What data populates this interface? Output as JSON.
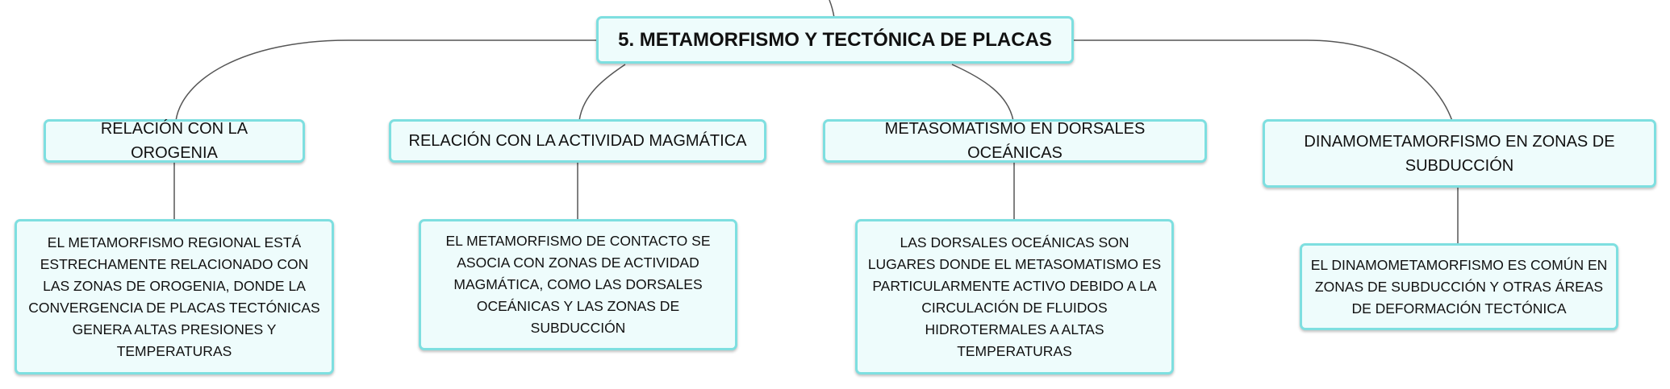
{
  "colors": {
    "border": "#7edfe0",
    "fill": "#eefcfc",
    "line": "#555555",
    "text": "#111111"
  },
  "root": {
    "label": "5. METAMORFISMO Y TECTÓNICA DE PLACAS"
  },
  "branches": [
    {
      "topic": "RELACIÓN CON LA OROGENIA",
      "detail": "EL METAMORFISMO REGIONAL ESTÁ ESTRECHAMENTE RELACIONADO CON LAS ZONAS DE OROGENIA, DONDE LA CONVERGENCIA DE PLACAS TECTÓNICAS GENERA ALTAS PRESIONES Y TEMPERATURAS"
    },
    {
      "topic": "RELACIÓN CON LA ACTIVIDAD MAGMÁTICA",
      "detail": "EL METAMORFISMO DE CONTACTO SE ASOCIA CON ZONAS DE ACTIVIDAD MAGMÁTICA, COMO LAS DORSALES OCEÁNICAS Y LAS ZONAS DE SUBDUCCIÓN"
    },
    {
      "topic": "METASOMATISMO EN DORSALES OCEÁNICAS",
      "detail": "LAS DORSALES OCEÁNICAS SON LUGARES DONDE EL METASOMATISMO ES PARTICULARMENTE ACTIVO DEBIDO A LA CIRCULACIÓN DE FLUIDOS HIDROTERMALES A ALTAS TEMPERATURAS"
    },
    {
      "topic": "DINAMOMETAMORFISMO EN ZONAS DE SUBDUCCIÓN",
      "detail": "EL DINAMOMETAMORFISMO ES COMÚN EN ZONAS DE SUBDUCCIÓN Y OTRAS ÁREAS DE DEFORMACIÓN TECTÓNICA"
    }
  ]
}
